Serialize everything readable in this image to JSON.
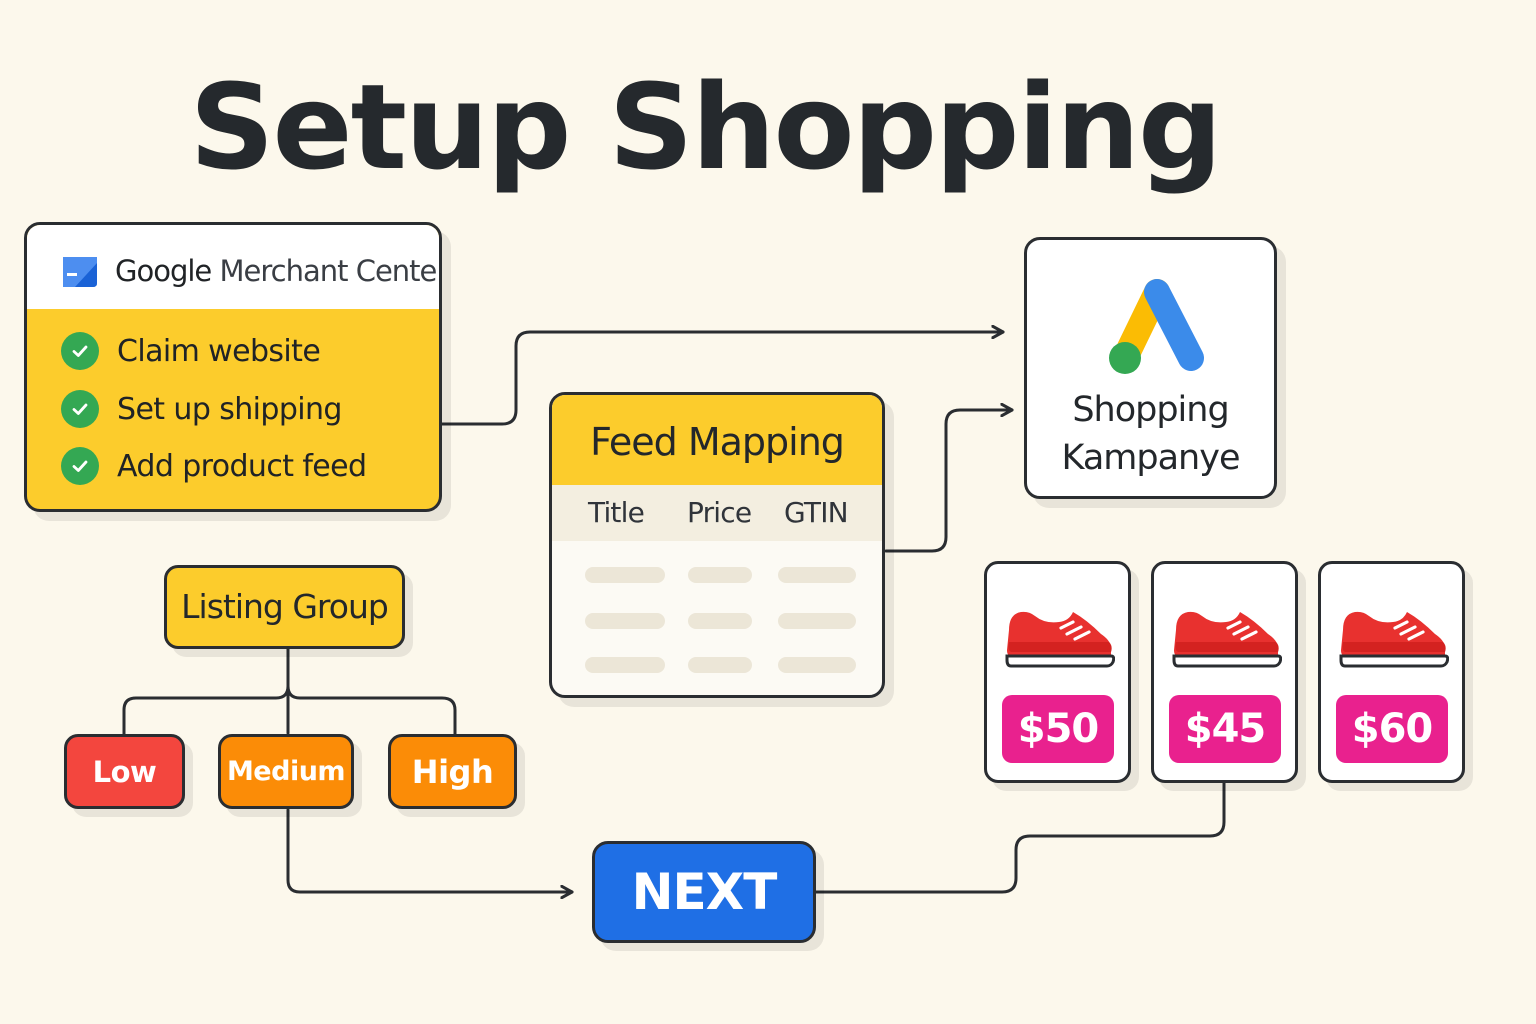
{
  "title": "Setup Shopping",
  "merchant_center": {
    "brand_google": "Google",
    "brand_product": "Merchant Center",
    "steps": [
      "Claim website",
      "Set up shipping",
      "Add product feed"
    ]
  },
  "feed_mapping": {
    "title": "Feed Mapping",
    "columns": [
      "Title",
      "Price",
      "GTIN"
    ]
  },
  "campaign": {
    "line1": "Shopping",
    "line2": "Kampanye"
  },
  "listing_group": {
    "label": "Listing Group",
    "levels": [
      "Low",
      "Medium",
      "High"
    ]
  },
  "next_button": "NEXT",
  "products": [
    {
      "price": "$50"
    },
    {
      "price": "$45"
    },
    {
      "price": "$60"
    }
  ],
  "colors": {
    "background": "#fcf8ec",
    "yellow": "#fccc2c",
    "green_check": "#34a853",
    "low": "#f3463e",
    "orange": "#fb8c07",
    "next_blue": "#1f6fe5",
    "price_pink": "#e9218e",
    "shoe_red": "#e8312f"
  }
}
